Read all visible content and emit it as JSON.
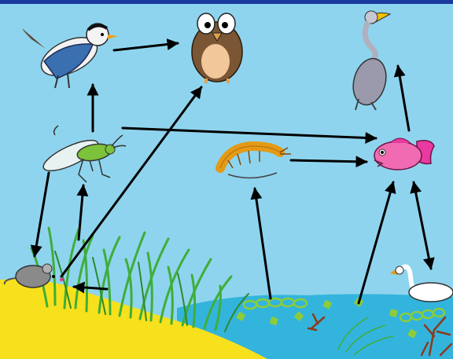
{
  "diagram": {
    "organisms": [
      {
        "id": "sparrow",
        "icon": "sparrow-icon"
      },
      {
        "id": "owl",
        "icon": "owl-icon"
      },
      {
        "id": "heron",
        "icon": "heron-icon"
      },
      {
        "id": "grasshopper",
        "icon": "grasshopper-icon"
      },
      {
        "id": "shrimp",
        "icon": "shrimp-icon"
      },
      {
        "id": "fish",
        "icon": "fish-icon"
      },
      {
        "id": "mouse",
        "icon": "mouse-icon"
      },
      {
        "id": "swan",
        "icon": "swan-icon"
      },
      {
        "id": "marsh-grass",
        "icon": "grass-icon"
      },
      {
        "id": "algae",
        "icon": "algae-icon"
      },
      {
        "id": "detritus",
        "icon": "detritus-icon"
      }
    ],
    "links": [
      {
        "from": "sparrow",
        "to": "owl"
      },
      {
        "from": "grasshopper",
        "to": "sparrow"
      },
      {
        "from": "grasshopper",
        "to": "fish"
      },
      {
        "from": "grasshopper",
        "to": "mouse"
      },
      {
        "from": "mouse",
        "to": "owl"
      },
      {
        "from": "marsh-grass",
        "to": "grasshopper"
      },
      {
        "from": "marsh-grass",
        "to": "mouse"
      },
      {
        "from": "shrimp",
        "to": "fish"
      },
      {
        "from": "algae",
        "to": "shrimp"
      },
      {
        "from": "algae",
        "to": "fish"
      },
      {
        "from": "fish",
        "to": "heron"
      },
      {
        "from": "fish",
        "to": "swan"
      },
      {
        "from": "swan",
        "to": "fish"
      }
    ],
    "colors": {
      "sky": "#8fd4ee",
      "frame": "#1a3a9c",
      "water": "#33b4dc",
      "sand": "#f6e11c",
      "grass": "#3fae3a",
      "algae": "#8ccc3a",
      "arrow": "#000000"
    }
  }
}
